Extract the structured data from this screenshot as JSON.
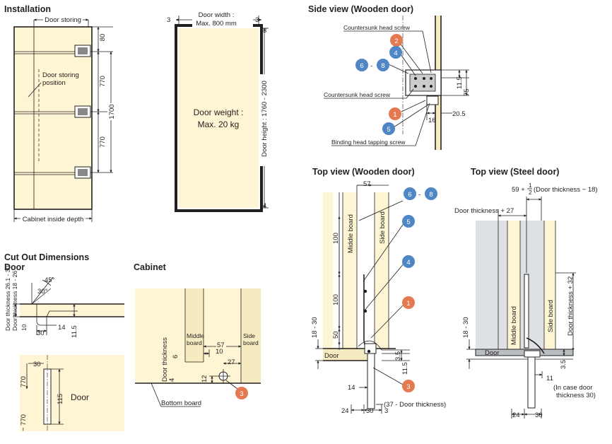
{
  "colors": {
    "wood": "#fdf5d3",
    "wood_dark": "#f6ebc0",
    "steel": "#dde1e3",
    "badge_orange": "#e57a52",
    "badge_blue": "#4f86c6",
    "line": "#231f20"
  },
  "installation": {
    "title": "Installation",
    "door_storing": "Door storing",
    "door_storing_position": [
      "Door storing",
      "position"
    ],
    "cabinet_inside_depth": "Cabinet inside depth",
    "dim_80": "80",
    "dim_770_a": "770",
    "dim_770_b": "770",
    "dim_1700": "1700",
    "door_width": [
      "Door width :",
      "Max. 800 mm"
    ],
    "dim_3_left": "3",
    "dim_3_right": "3",
    "dim_3_side": "3",
    "dim_4": "4",
    "door_weight": [
      "Door weight :",
      "Max. 20 kg"
    ],
    "door_height": "Door height : 1760 - 2300"
  },
  "side_view": {
    "title": "Side view (Wooden door)",
    "countersunk_top": "Countersunk head screw",
    "countersunk_bottom": "Countersunk head screw",
    "binding": "Binding head tapping screw",
    "dim_11_5": "11.5",
    "dim_75": "75",
    "dim_16": "16",
    "dim_20_5": "20.5",
    "dash": "-",
    "badges": {
      "b1": "1",
      "b2": "2",
      "b4": "4",
      "b5": "5",
      "b6": "6",
      "b8": "8"
    }
  },
  "top_wood": {
    "title": "Top view (Wooden door)",
    "dim_57": "57",
    "dim_100_a": "100",
    "dim_100_b": "100",
    "dim_50": "50",
    "dim_18_30": "18 - 30",
    "dim_3_5": "3.5",
    "dim_11_5": "11.5",
    "dim_14": "14",
    "dim_24": "24",
    "dim_30": "30",
    "dim_3": "3",
    "door_thickness_expr": "(37 - Door thickness)",
    "middle_board": "Middle board",
    "side_board": "Side board",
    "door": "Door",
    "dash": "-",
    "badges": {
      "b1": "1",
      "b3": "3",
      "b4": "4",
      "b5": "5",
      "b6": "6",
      "b8": "8"
    }
  },
  "top_steel": {
    "title": "Top view (Steel door)",
    "formula_prefix": "59 +",
    "frac_num": "1",
    "frac_den": "2",
    "formula_suffix": "(Door thickness − 18)",
    "door_thickness_27": "Door thickness + 27",
    "door_thickness_32": "Door thickness + 32",
    "dim_18_30": "18 - 30",
    "dim_3_5": "3.5",
    "dim_11": "11",
    "note": [
      "(In case door",
      "thickness 30)"
    ],
    "dim_24": "24",
    "dim_30": "30",
    "middle_board": "Middle board",
    "side_board": "Side board",
    "door": "Door"
  },
  "cutout": {
    "title": "Cut Out Dimensions",
    "door_title": "Door",
    "cabinet_title": "Cabinet",
    "dim_45": "45°",
    "dim_30deg": "30°",
    "dim_26_30": "Door thickness 26.1 - 30",
    "dim_18_26": "Door thickness 18 - 26",
    "dim_10": "10",
    "dim_30": "30",
    "dim_14": "14",
    "dim_11_5": "11.5",
    "dim_30_b": "30",
    "dim_770_a": "770",
    "dim_115": "115",
    "dim_770_b": "− 770",
    "door_label": "Door",
    "middle_board": [
      "Middle",
      "board"
    ],
    "side_board": [
      "Side",
      "board"
    ],
    "dim_57": "57",
    "dim_10_b": "10",
    "dim_6": "6",
    "dim_27": "27",
    "door_thickness": "Door thickness",
    "dim_4": "4",
    "dim_12": "12",
    "bottom_board": "Bottom board",
    "badge_3": "3"
  }
}
